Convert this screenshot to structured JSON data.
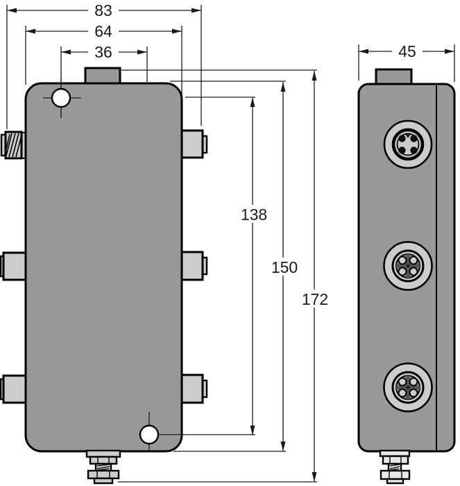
{
  "drawing": {
    "type": "technical-dimension-drawing",
    "views": {
      "front": "front view of junction box with top connector block, two mounting holes, three side ports per side, bottom cable gland",
      "side": "side view with three circular connector sockets and bottom cable gland"
    },
    "dimensions": {
      "overall_width": "83",
      "body_width": "64",
      "hole_spacing_horizontal": "36",
      "side_depth": "45",
      "hole_spacing_vertical": "138",
      "body_height": "150",
      "overall_height": "172"
    },
    "colors": {
      "background": "#ffffff",
      "body_fill": "#999999",
      "port_fill": "#cccccc",
      "gland_fill": "#e0e0e0",
      "outline": "#000000",
      "dimension_lines": "#1a1a1a"
    }
  }
}
